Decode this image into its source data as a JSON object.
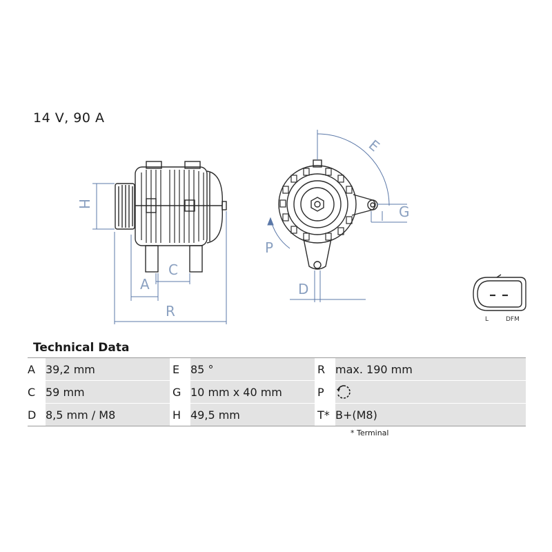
{
  "spec": {
    "rating": "14 V, 90 A"
  },
  "dimension_labels": {
    "H": "H",
    "A": "A",
    "C": "C",
    "R": "R",
    "E": "E",
    "G": "G",
    "P": "P",
    "D": "D"
  },
  "connector": {
    "left_label": "L",
    "right_label": "DFM"
  },
  "technical_data": {
    "title": "Technical Data",
    "rows": [
      [
        {
          "key": "A",
          "value": "39,2 mm"
        },
        {
          "key": "E",
          "value": "85 °"
        },
        {
          "key": "R",
          "value": "max. 190 mm"
        }
      ],
      [
        {
          "key": "C",
          "value": "59 mm"
        },
        {
          "key": "G",
          "value": "10 mm x 40 mm"
        },
        {
          "key": "P",
          "value": ""
        }
      ],
      [
        {
          "key": "D",
          "value": "8,5 mm / M8"
        },
        {
          "key": "H",
          "value": "49,5 mm"
        },
        {
          "key": "T*",
          "value": "B+(M8)"
        }
      ]
    ],
    "footnote": "* Terminal"
  },
  "colors": {
    "dimension_line": "#5b78a8",
    "outline": "#2a2a2a",
    "table_fill": "#e3e3e3"
  }
}
